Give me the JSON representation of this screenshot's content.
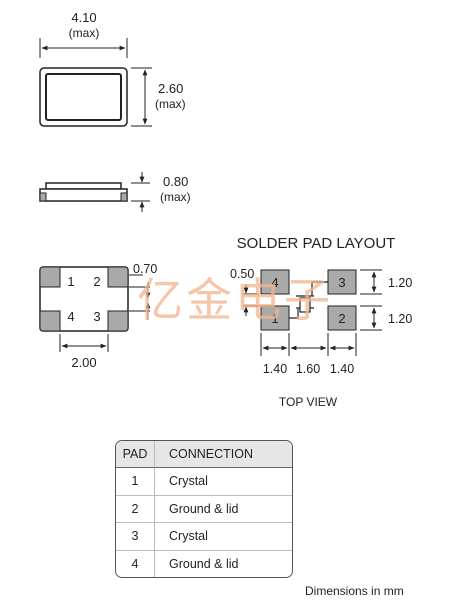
{
  "dims": {
    "length": "4.10",
    "width": "2.60",
    "height": "0.80",
    "max_note": "(max)",
    "bottom_pitch": "2.00",
    "bottom_corner": "0.70",
    "pad_gap_v": "0.50",
    "pad_h": "1.20",
    "pad_w": "1.40",
    "pad_center_gap": "1.60"
  },
  "pads_bottom": [
    "1",
    "2",
    "4",
    "3"
  ],
  "pads_solder": [
    "4",
    "3",
    "1",
    "2"
  ],
  "solder_title": "SOLDER PAD LAYOUT",
  "top_view": "TOP VIEW",
  "watermark": "亿金电子",
  "table": {
    "headers": [
      "PAD",
      "CONNECTION"
    ],
    "rows": [
      {
        "pad": "1",
        "connection": "Crystal"
      },
      {
        "pad": "2",
        "connection": "Ground & lid"
      },
      {
        "pad": "3",
        "connection": "Crystal"
      },
      {
        "pad": "4",
        "connection": "Ground & lid"
      }
    ]
  },
  "footer": "Dimensions in mm",
  "colors": {
    "pad_fill": "#a9a9a9",
    "line": "#222222",
    "watermark": "#f2b48a"
  }
}
